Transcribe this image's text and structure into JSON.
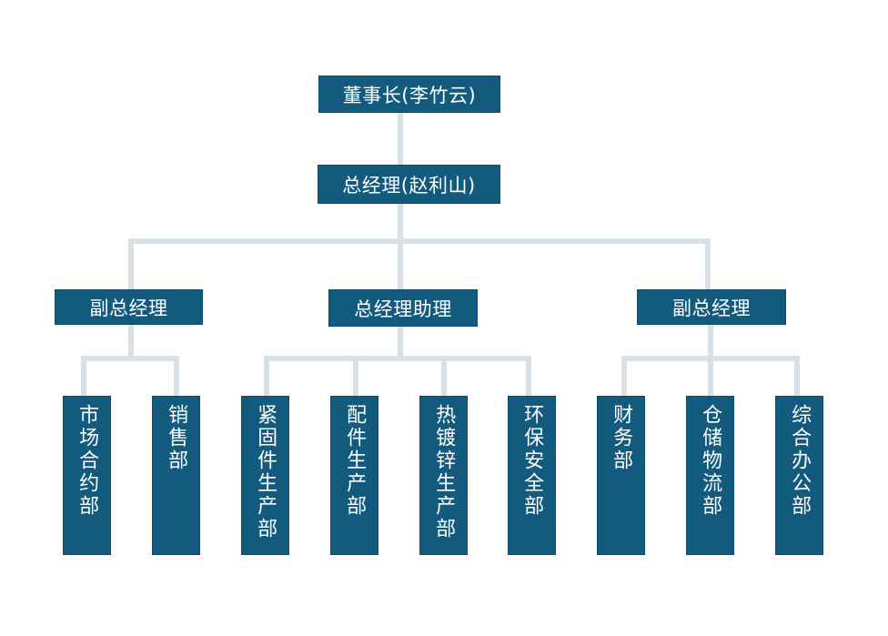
{
  "colors": {
    "box_fill": "#125a7e",
    "connector": "#d9e1e6",
    "text": "#ffffff"
  },
  "chairman": "董事长(李竹云)",
  "general_manager": "总经理(赵利山)",
  "level2": {
    "left": "副总经理",
    "center": "总经理助理",
    "right": "副总经理"
  },
  "departments": {
    "market_contract": "市场合约部",
    "sales": "销售部",
    "fastener_production": "紧固件生产部",
    "parts_production": "配件生产部",
    "hot_dip_galvanizing": "热镀锌生产部",
    "environment_safety": "环保安全部",
    "finance": "财务部",
    "warehouse_logistics": "仓储物流部",
    "general_office": "综合办公部"
  }
}
